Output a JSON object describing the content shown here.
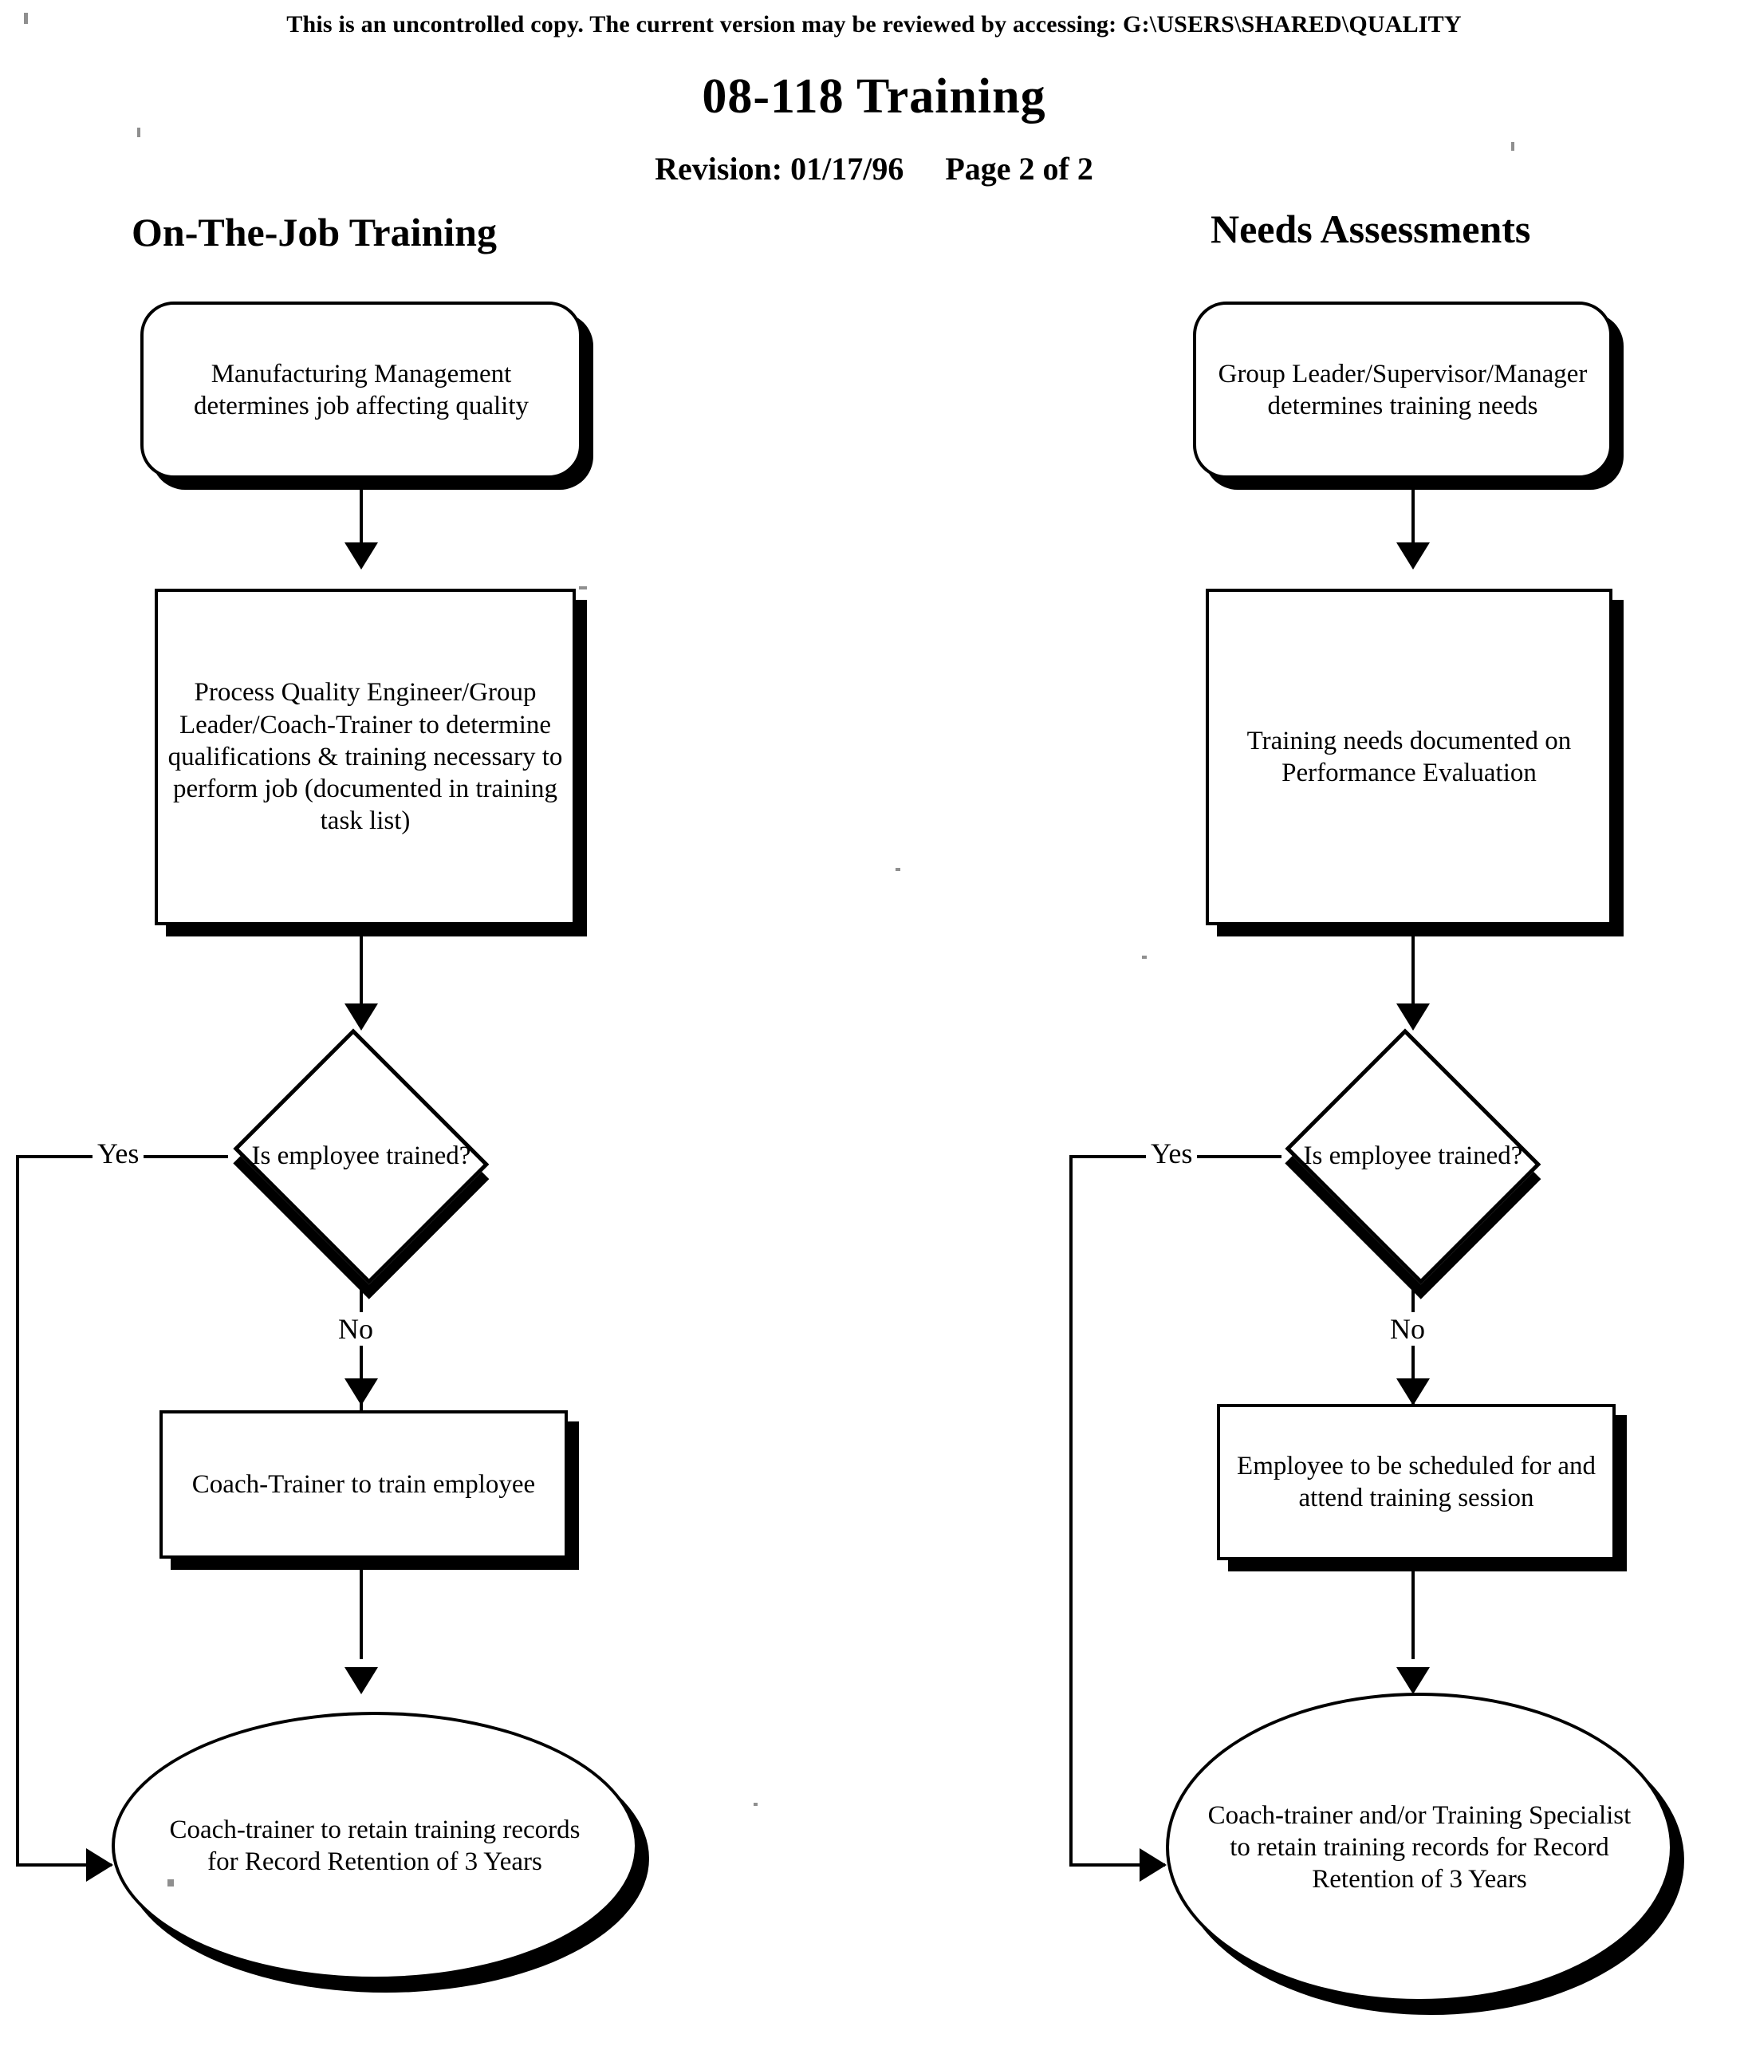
{
  "document": {
    "notice": "This is an uncontrolled copy.  The current version may be reviewed by accessing:  G:\\USERS\\SHARED\\QUALITY",
    "title": "08-118 Training",
    "revision_label": "Revision:  01/17/96",
    "page_label": "Page 2 of 2"
  },
  "columns": [
    {
      "heading": "On-The-Job Training",
      "nodes": [
        {
          "id": "otj-start",
          "shape": "rounded",
          "text": "Manufacturing Management determines job affecting quality"
        },
        {
          "id": "otj-process",
          "shape": "rect",
          "text": "Process Quality Engineer/Group Leader/Coach-Trainer to determine qualifications & training necessary to perform job (documented in training task list)"
        },
        {
          "id": "otj-decision",
          "shape": "diamond",
          "text": "Is employee trained?"
        },
        {
          "id": "otj-train",
          "shape": "rect",
          "text": "Coach-Trainer to train employee"
        },
        {
          "id": "otj-end",
          "shape": "oval",
          "text": "Coach-trainer to retain training records for Record Retention of 3 Years"
        }
      ],
      "branches": {
        "yes": "Yes",
        "no": "No"
      }
    },
    {
      "heading": "Needs Assessments",
      "nodes": [
        {
          "id": "na-start",
          "shape": "rounded",
          "text": "Group Leader/Supervisor/Manager determines training needs"
        },
        {
          "id": "na-document",
          "shape": "rect",
          "text": "Training needs documented on Performance Evaluation"
        },
        {
          "id": "na-decision",
          "shape": "diamond",
          "text": "Is employee trained?"
        },
        {
          "id": "na-schedule",
          "shape": "rect",
          "text": "Employee to be scheduled for and attend training session"
        },
        {
          "id": "na-end",
          "shape": "oval",
          "text": "Coach-trainer and/or Training Specialist to retain training records for Record Retention of 3 Years"
        }
      ],
      "branches": {
        "yes": "Yes",
        "no": "No"
      }
    }
  ],
  "colors": {
    "ink": "#000000",
    "paper": "#ffffff"
  }
}
